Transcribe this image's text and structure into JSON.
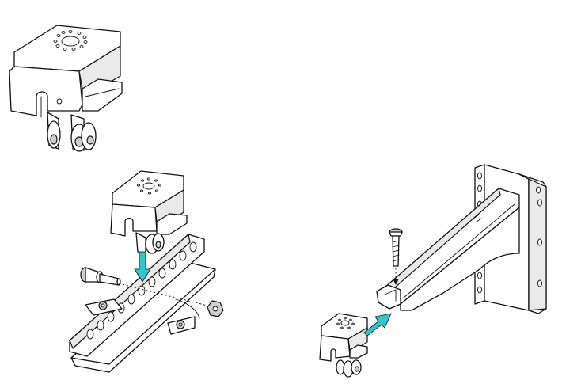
{
  "figure": {
    "panels": [
      "clamp-detail",
      "clamp-to-bar-assembly",
      "clamp-to-wall-arm-assembly"
    ],
    "arrow_color": "#33c6cc",
    "line_color": "#111111",
    "shade_light": "#e9e9e9",
    "shade_dark": "#cfcfcf",
    "text_labels": []
  }
}
